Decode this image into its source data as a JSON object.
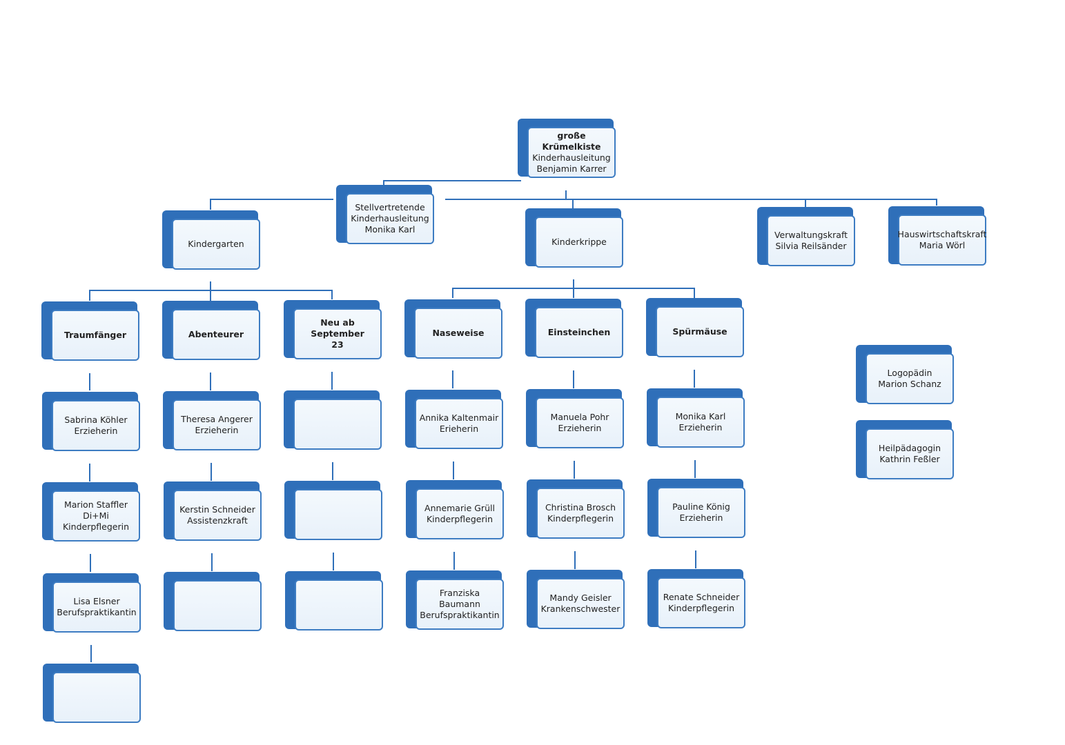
{
  "nodes": {
    "root": [
      "große Krümelkiste",
      "Kinderhausleitung",
      "Benjamin Karrer"
    ],
    "stellvertretung": [
      "Stellvertretende",
      "Kinderhausleitung",
      "Monika Karl"
    ],
    "kindergarten": [
      "Kindergarten"
    ],
    "kinderkrippe": [
      "Kinderkrippe"
    ],
    "verwaltung": [
      "Verwaltungskraft",
      "Silvia Reilsänder"
    ],
    "hauswirtschaft": [
      "Hauswirtschaftskraft",
      "Maria Wörl"
    ],
    "traumfaenger": [
      "Traumfänger"
    ],
    "abenteurer": [
      "Abenteurer"
    ],
    "neu": [
      "Neu ab September",
      "23"
    ],
    "naseweise": [
      "Naseweise"
    ],
    "einsteinchen": [
      "Einsteinchen"
    ],
    "spuermaeuse": [
      "Spürmäuse"
    ],
    "t1": [
      "Sabrina Köhler",
      "Erzieherin"
    ],
    "t2": [
      "Marion Staffler",
      "Di+Mi",
      "Kinderpflegerin"
    ],
    "t3": [
      "Lisa Elsner",
      "Berufspraktikantin"
    ],
    "t4": [],
    "a1": [
      "Theresa Angerer",
      "Erzieherin"
    ],
    "a2": [
      "Kerstin Schneider",
      "Assistenzkraft"
    ],
    "a3": [],
    "n1": [],
    "n2": [],
    "n3": [],
    "w1": [
      "Annika Kaltenmair",
      "Erieherin"
    ],
    "w2": [
      "Annemarie Grüll",
      "Kinderpflegerin"
    ],
    "w3": [
      "Franziska Baumann",
      "Berufspraktikantin"
    ],
    "e1": [
      "Manuela Pohr",
      "Erzieherin"
    ],
    "e2": [
      "Christina Brosch",
      "Kinderpflegerin"
    ],
    "e3": [
      "Mandy Geisler",
      "Krankenschwester"
    ],
    "s1": [
      "Monika Karl",
      "Erzieherin"
    ],
    "s2": [
      "Pauline König",
      "Erzieherin"
    ],
    "s3": [
      "Renate Schneider",
      "Kinderpflegerin"
    ],
    "logo": [
      "Logopädin",
      "Marion Schanz"
    ],
    "heil": [
      "Heilpädagogin",
      "Kathrin Feßler"
    ]
  },
  "colors": {
    "box_back": "#2f6fb9",
    "box_border": "#3d7cc2",
    "connector": "#2f6fb9"
  }
}
